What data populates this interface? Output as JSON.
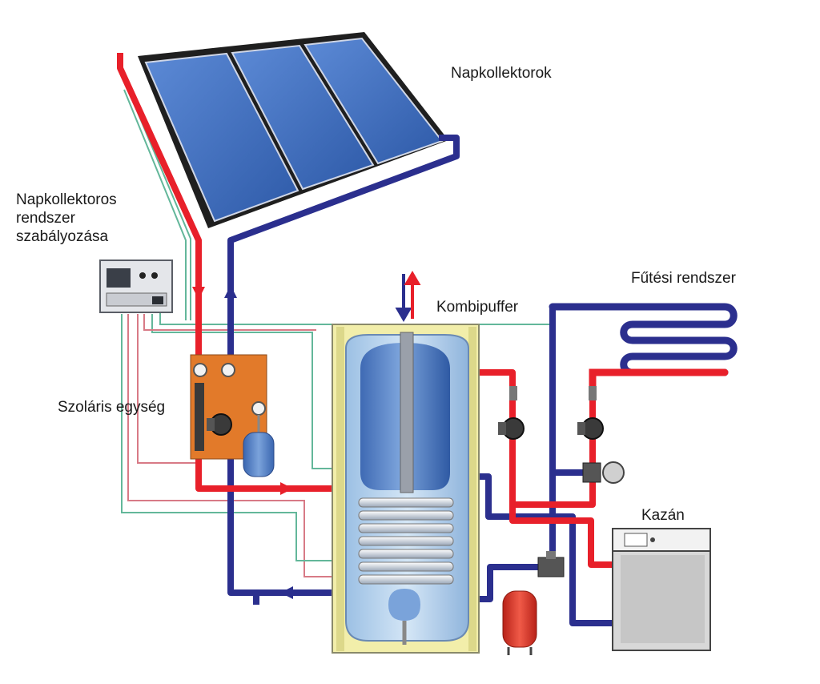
{
  "labels": {
    "collectors": "Napkollektorok",
    "controller_line1": "Napkollektoros",
    "controller_line2": "rendszer",
    "controller_line3": "szabályozása",
    "solar_unit": "Szoláris egység",
    "buffer": "Kombipuffer",
    "heating": "Fűtési rendszer",
    "boiler": "Kazán"
  },
  "colors": {
    "hot_pipe": "#e8202a",
    "cold_pipe": "#2b2f8e",
    "panel_fill": "#3e6fc2",
    "panel_frame": "#2a2a2a",
    "tank_shell": "#f2eeaa",
    "tank_inner": "#b6d3ec",
    "tank_body": "#5a86c8",
    "solar_unit_box": "#e27a2a",
    "expansion_red": "#e23a2a",
    "boiler_body": "#d8d8d8",
    "sensor_wire_green": "#63b79a",
    "sensor_wire_red": "#d87a86"
  }
}
